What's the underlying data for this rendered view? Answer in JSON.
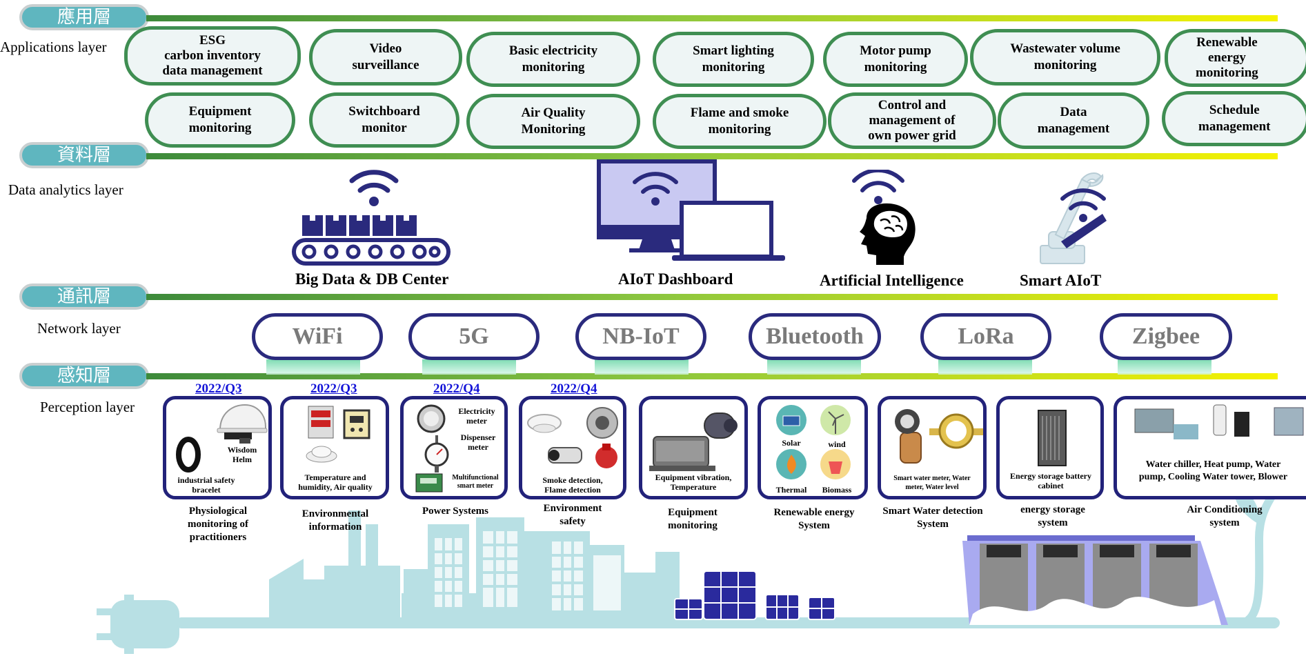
{
  "layers": {
    "application": {
      "zh": "應用層",
      "en": "Applications layer"
    },
    "data": {
      "zh": "資料層",
      "en": "Data analytics layer"
    },
    "network": {
      "zh": "通訊層",
      "en": "Network layer"
    },
    "perception": {
      "zh": "感知層",
      "en": "Perception layer"
    }
  },
  "applications": {
    "row1": [
      {
        "line1": "ESG",
        "line2": "carbon inventory",
        "line3": "data management"
      },
      {
        "line1": "Video",
        "line2": "surveillance"
      },
      {
        "line1": "Basic electricity",
        "line2": "monitoring"
      },
      {
        "line1": "Smart lighting",
        "line2": "monitoring"
      },
      {
        "line1": "Motor pump",
        "line2": "monitoring"
      },
      {
        "line1": "Wastewater volume",
        "line2": "monitoring"
      },
      {
        "line1": "Renewable",
        "line2": "energy",
        "line3": "monitoring"
      }
    ],
    "row2": [
      {
        "line1": "Equipment",
        "line2": "monitoring"
      },
      {
        "line1": "Switchboard",
        "line2": "monitor"
      },
      {
        "line1": "Air Quality",
        "line2": "Monitoring"
      },
      {
        "line1": "Flame and smoke",
        "line2": "monitoring"
      },
      {
        "line1": "Control and",
        "line2": "management of",
        "line3": "own power grid"
      },
      {
        "line1": "Data",
        "line2": "management"
      },
      {
        "line1": "Schedule",
        "line2": "management"
      }
    ]
  },
  "data_layer": {
    "big_data": "Big Data & DB Center",
    "dashboard": "AIoT Dashboard",
    "ai": "Artificial Intelligence",
    "smart_aiot": "Smart AIoT"
  },
  "network": [
    "WiFi",
    "5G",
    "NB-IoT",
    "Bluetooth",
    "LoRa",
    "Zigbee"
  ],
  "perception": {
    "quarters": [
      "2022/Q3",
      "2022/Q3",
      "2022/Q4",
      "2022/Q4"
    ],
    "c1": {
      "wisdom": "Wisdom",
      "helm": "Helm",
      "bracelet1": "industrial safety",
      "bracelet2": "bracelet"
    },
    "c2": {
      "cap1": "Temperature and",
      "cap2": "humidity, Air quality"
    },
    "c3": {
      "elec1": "Electricity",
      "elec2": "meter",
      "disp1": "Dispenser",
      "disp2": "meter",
      "multi1": "Multifunctional",
      "multi2": "smart meter"
    },
    "c4": {
      "cap1": "Smoke detection,",
      "cap2": "Flame detection"
    },
    "c5": {
      "cap1": "Equipment vibration,",
      "cap2": "Temperature"
    },
    "c6": {
      "solar": "Solar",
      "wind": "wind",
      "thermal": "Thermal",
      "biomass": "Biomass"
    },
    "c7": {
      "cap1": "Smart water meter, Water",
      "cap2": "meter, Water level"
    },
    "c8": {
      "cap1": "Energy storage battery",
      "cap2": "cabinet"
    },
    "c9": {
      "cap1": "Water chiller, Heat pump, Water",
      "cap2": "pump, Cooling Water tower, Blower"
    },
    "systems": [
      {
        "l1": "Physiological",
        "l2": "monitoring of",
        "l3": "practitioners"
      },
      {
        "l1": "Environmental",
        "l2": "information"
      },
      {
        "l1": "Power Systems"
      },
      {
        "l1": "Environment",
        "l2": "safety"
      },
      {
        "l1": "Equipment",
        "l2": "monitoring"
      },
      {
        "l1": "Renewable energy",
        "l2": "System"
      },
      {
        "l1": "Smart Water detection",
        "l2": "System"
      },
      {
        "l1": "energy storage",
        "l2": "system"
      },
      {
        "l1": "Air Conditioning",
        "l2": "system"
      }
    ]
  },
  "colors": {
    "pill_green": "#3f8e52",
    "tab_teal": "#5fb6bf",
    "navy": "#2a2a7d",
    "quarter_blue": "#1414d8",
    "city_teal": "#b8e0e4"
  }
}
